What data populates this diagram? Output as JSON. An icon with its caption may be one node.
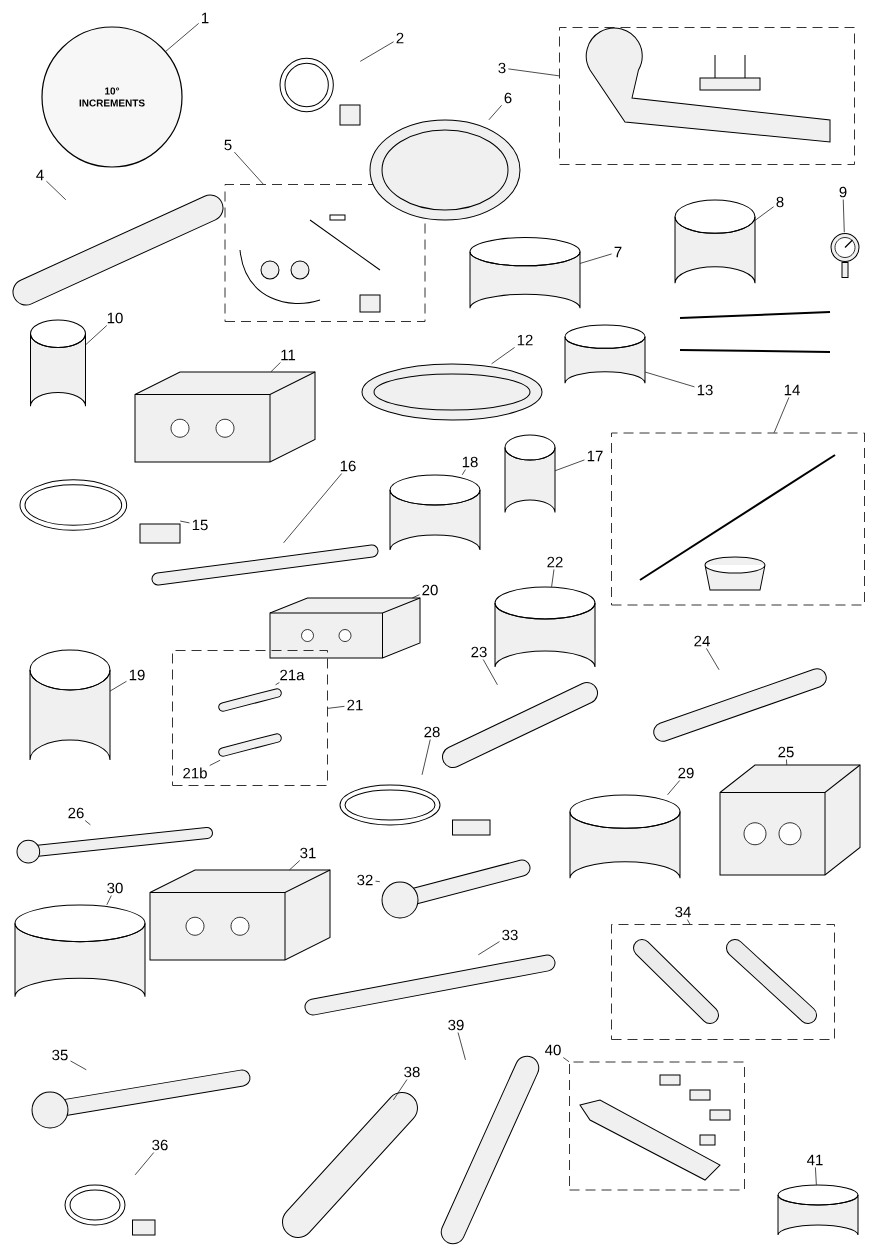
{
  "diagram": {
    "nodes": [
      {
        "text": [
          "1"
        ]
      },
      {
        "text": [
          "10° INCREMENTS"
        ]
      },
      {
        "text": [
          "2"
        ]
      },
      {
        "text": [],
        "shape": "picture"
      },
      {
        "text": [
          "3"
        ]
      },
      {
        "text": [],
        "shape": "box"
      },
      {
        "text": [
          "4"
        ]
      },
      {
        "text": [],
        "shape": "picture"
      },
      {
        "text": [
          "5"
        ]
      },
      {
        "text": [],
        "shape": "box"
      },
      {
        "text": [
          "6"
        ]
      },
      {
        "text": [],
        "shape": "picture"
      },
      {
        "text": [
          "7"
        ]
      },
      {
        "text": [],
        "shape": "picture"
      },
      {
        "text": [
          "8"
        ]
      },
      {
        "text": [],
        "shape": "picture"
      },
      {
        "text": [
          "9"
        ]
      },
      {
        "text": [],
        "shape": "picture"
      },
      {
        "text": [
          "10"
        ]
      },
      {
        "text": [],
        "shape": "picture"
      },
      {
        "text": [
          "11"
        ]
      },
      {
        "text": [],
        "shape": "picture"
      },
      {
        "text": [
          "12"
        ]
      },
      {
        "text": [],
        "shape": "picture"
      },
      {
        "text": [
          "13"
        ]
      },
      {
        "text": [],
        "shape": "picture"
      },
      {
        "text": [
          "14"
        ]
      },
      {
        "text": [],
        "shape": "box"
      },
      {
        "text": [
          "15"
        ]
      },
      {
        "text": [],
        "shape": "picture"
      },
      {
        "text": [
          "16"
        ]
      },
      {
        "text": [],
        "shape": "picture"
      },
      {
        "text": [
          "17"
        ]
      },
      {
        "text": [],
        "shape": "picture"
      },
      {
        "text": [
          "18"
        ]
      },
      {
        "text": [],
        "shape": "picture"
      },
      {
        "text": [
          "19"
        ]
      },
      {
        "text": [],
        "shape": "picture"
      },
      {
        "text": [
          "20"
        ]
      },
      {
        "text": [],
        "shape": "picture"
      },
      {
        "text": [
          "21"
        ]
      },
      {
        "text": [],
        "shape": "box"
      },
      {
        "text": [
          "21a"
        ],
        "in": 41
      },
      {
        "text": [],
        "shape": "picture",
        "in": 41
      },
      {
        "text": [
          "21b"
        ],
        "in": 41
      },
      {
        "text": [],
        "shape": "picture",
        "in": 41
      },
      {
        "text": [
          "22"
        ]
      },
      {
        "text": [],
        "shape": "picture"
      },
      {
        "text": [
          "23"
        ]
      },
      {
        "text": [],
        "shape": "picture"
      },
      {
        "text": [
          "24"
        ]
      },
      {
        "text": [],
        "shape": "picture"
      },
      {
        "text": [
          "25"
        ]
      },
      {
        "text": [],
        "shape": "picture"
      },
      {
        "text": [
          "26"
        ]
      },
      {
        "text": [],
        "shape": "picture"
      },
      {
        "text": [
          "28"
        ]
      },
      {
        "text": [],
        "shape": "picture"
      },
      {
        "text": [
          "29"
        ]
      },
      {
        "text": [],
        "shape": "picture"
      },
      {
        "text": [
          "30"
        ]
      },
      {
        "text": [],
        "shape": "picture"
      },
      {
        "text": [
          "31"
        ]
      },
      {
        "text": [],
        "shape": "picture"
      },
      {
        "text": [
          "32"
        ]
      },
      {
        "text": [],
        "shape": "picture"
      },
      {
        "text": [
          "33"
        ]
      },
      {
        "text": [],
        "shape": "picture"
      },
      {
        "text": [
          "34"
        ]
      },
      {
        "text": [],
        "shape": "box"
      },
      {
        "text": [
          "35"
        ]
      },
      {
        "text": [],
        "shape": "picture"
      },
      {
        "text": [
          "36"
        ]
      },
      {
        "text": [],
        "shape": "picture"
      },
      {
        "text": [
          "38"
        ]
      },
      {
        "text": [],
        "shape": "picture"
      },
      {
        "text": [
          "39"
        ]
      },
      {
        "text": [],
        "shape": "picture"
      },
      {
        "text": [
          "40"
        ]
      },
      {
        "text": [],
        "shape": "box"
      },
      {
        "text": [
          "41"
        ]
      },
      {
        "text": [],
        "shape": "picture"
      }
    ],
    "edges": [
      {
        "from": 0,
        "to": 1,
        "arrow": "none"
      },
      {
        "from": 2,
        "to": 3,
        "arrow": "none"
      },
      {
        "from": 4,
        "to": 5,
        "arrow": "none"
      },
      {
        "from": 6,
        "to": 7,
        "arrow": "none"
      },
      {
        "from": 8,
        "to": 9,
        "arrow": "none"
      },
      {
        "from": 10,
        "to": 11,
        "arrow": "none"
      },
      {
        "from": 12,
        "to": 13,
        "arrow": "none"
      },
      {
        "from": 14,
        "to": 15,
        "arrow": "none"
      },
      {
        "from": 16,
        "to": 17,
        "arrow": "none"
      },
      {
        "from": 18,
        "to": 19,
        "arrow": "none"
      },
      {
        "from": 20,
        "to": 21,
        "arrow": "none"
      },
      {
        "from": 22,
        "to": 23,
        "arrow": "none"
      },
      {
        "from": 24,
        "to": 25,
        "arrow": "none"
      },
      {
        "from": 26,
        "to": 27,
        "arrow": "none"
      },
      {
        "from": 28,
        "to": 29,
        "arrow": "none"
      },
      {
        "from": 30,
        "to": 31,
        "arrow": "none"
      },
      {
        "from": 32,
        "to": 33,
        "arrow": "none"
      },
      {
        "from": 34,
        "to": 35,
        "arrow": "none"
      },
      {
        "from": 36,
        "to": 37,
        "arrow": "none"
      },
      {
        "from": 38,
        "to": 39,
        "arrow": "none"
      },
      {
        "from": 40,
        "to": 41,
        "arrow": "none"
      },
      {
        "from": 42,
        "to": 43,
        "arrow": "none"
      },
      {
        "from": 44,
        "to": 45,
        "arrow": "none"
      },
      {
        "from": 46,
        "to": 47,
        "arrow": "none"
      },
      {
        "from": 48,
        "to": 49,
        "arrow": "none"
      },
      {
        "from": 50,
        "to": 51,
        "arrow": "none"
      },
      {
        "from": 52,
        "to": 53,
        "arrow": "none"
      },
      {
        "from": 54,
        "to": 55,
        "arrow": "none"
      },
      {
        "from": 56,
        "to": 57,
        "arrow": "none"
      },
      {
        "from": 58,
        "to": 59,
        "arrow": "none"
      },
      {
        "from": 60,
        "to": 61,
        "arrow": "none"
      },
      {
        "from": 62,
        "to": 63,
        "arrow": "none"
      },
      {
        "from": 64,
        "to": 65,
        "arrow": "none"
      },
      {
        "from": 66,
        "to": 67,
        "arrow": "none"
      },
      {
        "from": 68,
        "to": 69,
        "arrow": "none"
      },
      {
        "from": 70,
        "to": 71,
        "arrow": "none"
      },
      {
        "from": 72,
        "to": 73,
        "arrow": "none"
      },
      {
        "from": 74,
        "to": 75,
        "arrow": "none"
      },
      {
        "from": 76,
        "to": 77,
        "arrow": "none"
      },
      {
        "from": 78,
        "to": 79,
        "arrow": "none"
      },
      {
        "from": 80,
        "to": 81,
        "arrow": "none"
      }
    ]
  }
}
